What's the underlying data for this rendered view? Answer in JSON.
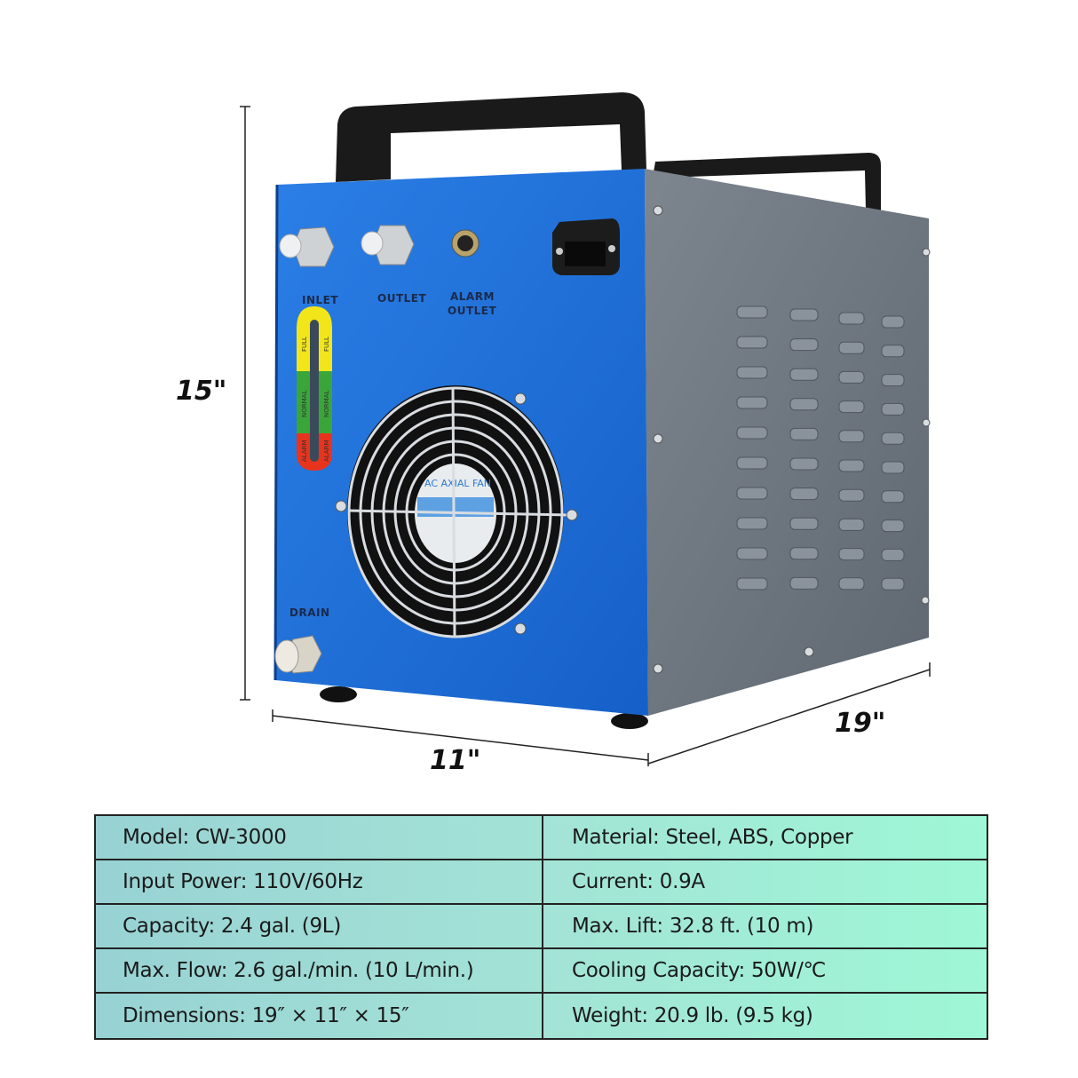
{
  "dimensions": {
    "height": "15\"",
    "width": "11\"",
    "depth": "19\""
  },
  "panel_labels": {
    "inlet": "INLET",
    "outlet": "OUTLET",
    "alarm_outlet_1": "ALARM",
    "alarm_outlet_2": "OUTLET",
    "drain": "DRAIN"
  },
  "gauge_labels": {
    "full": "FULL",
    "normal": "NORMAL",
    "alarm": "ALARM"
  },
  "fan_label": "AC AXIAL FAN",
  "colors": {
    "front_panel": "#1c6fd6",
    "side_panel": "#6f7782",
    "handle": "#1a1a1a",
    "table_left": "#98d2d4",
    "table_right": "#9ef7d6"
  },
  "specs": [
    {
      "left": "Model: CW-3000",
      "right": "Material: Steel, ABS, Copper"
    },
    {
      "left": "Input Power: 110V/60Hz",
      "right": "Current: 0.9A"
    },
    {
      "left": "Capacity: 2.4 gal. (9L)",
      "right": "Max. Lift: 32.8 ft. (10 m)"
    },
    {
      "left": "Max. Flow: 2.6 gal./min. (10 L/min.)",
      "right": "Cooling Capacity: 50W/℃"
    },
    {
      "left": "Dimensions: 19″ × 11″ × 15″",
      "right": "Weight: 20.9 lb. (9.5 kg)"
    }
  ]
}
